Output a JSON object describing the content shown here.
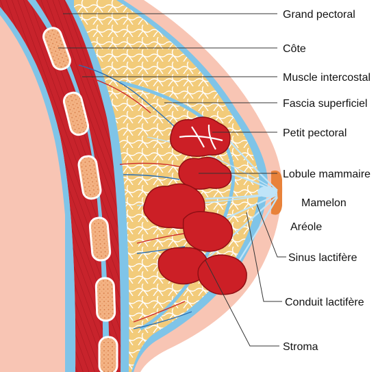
{
  "labels": {
    "grand_pectoral": "Grand pectoral",
    "cote": "Côte",
    "muscle_intercostal": "Muscle intercostal",
    "fascia_superficiel": "Fascia superficiel",
    "petit_pectoral": "Petit pectoral",
    "lobule_mammaire": "Lobule mammaire",
    "mamelon": "Mamelon",
    "areole": "Aréole",
    "sinus_lactifere": "Sinus lactifère",
    "conduit_lactifere": "Conduit lactifère",
    "stroma": "Stroma"
  },
  "colors": {
    "skin": "#f8c5b4",
    "fascia": "#7fc4e8",
    "fat": "#f2cb7a",
    "fat_line": "#ffffff",
    "muscle": "#c8232c",
    "rib": "#f0a878",
    "lobule": "#cc1f26",
    "duct": "#9fd4f2",
    "areola": "#e8823a"
  }
}
